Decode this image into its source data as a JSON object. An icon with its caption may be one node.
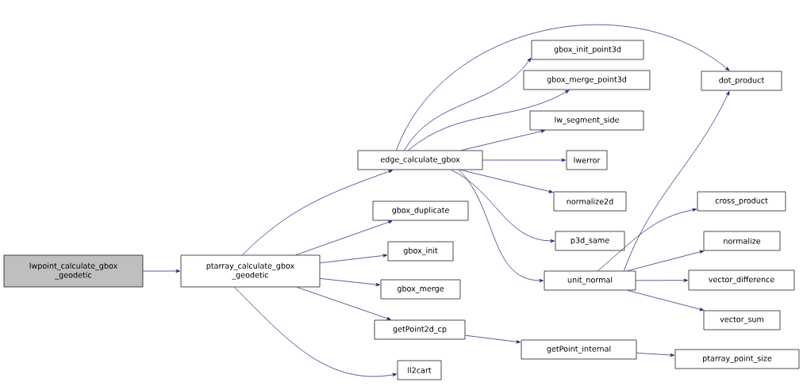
{
  "diagram": {
    "nodes": [
      {
        "text": [
          "lwpoint_calculate_gbox _geodetic"
        ]
      },
      {
        "text": [
          "ptarray_calculate_gbox _geodetic"
        ]
      },
      {
        "text": [
          "edge_calculate_gbox"
        ]
      },
      {
        "text": [
          "gbox_duplicate"
        ]
      },
      {
        "text": [
          "gbox_init"
        ]
      },
      {
        "text": [
          "gbox_merge"
        ]
      },
      {
        "text": [
          "getPoint2d_cp"
        ]
      },
      {
        "text": [
          "ll2cart"
        ]
      },
      {
        "text": [
          "gbox_init_point3d"
        ]
      },
      {
        "text": [
          "gbox_merge_point3d"
        ]
      },
      {
        "text": [
          "lw_segment_side"
        ]
      },
      {
        "text": [
          "lwerror"
        ]
      },
      {
        "text": [
          "normalize2d"
        ]
      },
      {
        "text": [
          "p3d_same"
        ]
      },
      {
        "text": [
          "unit_normal"
        ]
      },
      {
        "text": [
          "getPoint_internal"
        ]
      },
      {
        "text": [
          "dot_product"
        ]
      },
      {
        "text": [
          "cross_product"
        ]
      },
      {
        "text": [
          "normalize"
        ]
      },
      {
        "text": [
          "vector_difference"
        ]
      },
      {
        "text": [
          "vector_sum"
        ]
      },
      {
        "text": [
          "ptarray_point_size"
        ]
      }
    ],
    "edges": [
      {
        "from": 0,
        "to": 1,
        "arrow": "to"
      },
      {
        "from": 1,
        "to": 2,
        "arrow": "to"
      },
      {
        "from": 1,
        "to": 3,
        "arrow": "to"
      },
      {
        "from": 1,
        "to": 4,
        "arrow": "to"
      },
      {
        "from": 1,
        "to": 5,
        "arrow": "to"
      },
      {
        "from": 1,
        "to": 6,
        "arrow": "to"
      },
      {
        "from": 1,
        "to": 7,
        "arrow": "to"
      },
      {
        "from": 2,
        "to": 16,
        "arrow": "to"
      },
      {
        "from": 2,
        "to": 8,
        "arrow": "to"
      },
      {
        "from": 2,
        "to": 9,
        "arrow": "to"
      },
      {
        "from": 2,
        "to": 10,
        "arrow": "to"
      },
      {
        "from": 2,
        "to": 11,
        "arrow": "to"
      },
      {
        "from": 2,
        "to": 12,
        "arrow": "to"
      },
      {
        "from": 2,
        "to": 13,
        "arrow": "to"
      },
      {
        "from": 2,
        "to": 14,
        "arrow": "to"
      },
      {
        "from": 14,
        "to": 16,
        "arrow": "to"
      },
      {
        "from": 14,
        "to": 17,
        "arrow": "to"
      },
      {
        "from": 14,
        "to": 18,
        "arrow": "to"
      },
      {
        "from": 14,
        "to": 19,
        "arrow": "to"
      },
      {
        "from": 14,
        "to": 20,
        "arrow": "to"
      },
      {
        "from": 6,
        "to": 15,
        "arrow": "to"
      },
      {
        "from": 15,
        "to": 21,
        "arrow": "to"
      }
    ]
  }
}
